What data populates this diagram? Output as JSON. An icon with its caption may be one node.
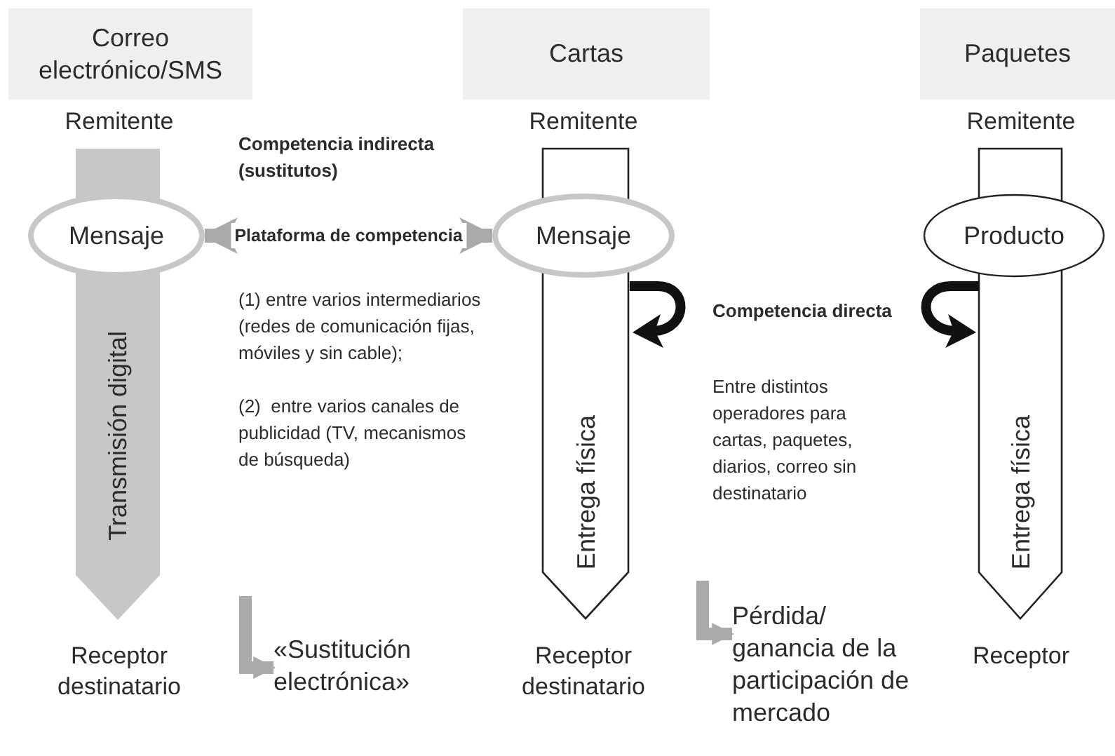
{
  "diagram": {
    "nodes": [
      {
        "text": [
          "Correo electrónico/SMS"
        ]
      },
      {
        "text": [
          "Cartas"
        ]
      },
      {
        "text": [
          "Paquetes"
        ]
      },
      {
        "text": [
          "Transmisión digital"
        ]
      },
      {
        "text": [
          "Mensaje"
        ]
      },
      {
        "text": [
          "Entrega física"
        ]
      },
      {
        "text": [
          "Mensaje"
        ]
      },
      {
        "text": [
          "Entrega física"
        ]
      },
      {
        "text": [
          "Producto"
        ]
      },
      {
        "text": [
          "«Sustitución electrónica»"
        ]
      },
      {
        "text": [
          "Pérdida/ ganancia de la participación de mercado"
        ]
      }
    ],
    "edges": [
      {
        "from": 4,
        "to": 6,
        "arrow": "both",
        "label": "Plataforma de competencia"
      },
      {
        "from": null,
        "to": 9,
        "arrow": "to"
      },
      {
        "from": null,
        "to": 10,
        "arrow": "to"
      }
    ],
    "labels": [
      "Remitente",
      "Remitente",
      "Remitente",
      "Competencia indirecta (sustitutos)",
      "(1) entre varios intermediarios (redes de comunicación fijas, móviles y sin cable);",
      "(2)  entre varios canales de publicidad (TV, mecanismos de búsqueda)",
      "Competencia directa",
      "Entre distintos operadores para cartas, paquetes, diarios, correo sin destinatario",
      "Receptor destinatario",
      "Receptor destinatario",
      "Receptor"
    ]
  }
}
